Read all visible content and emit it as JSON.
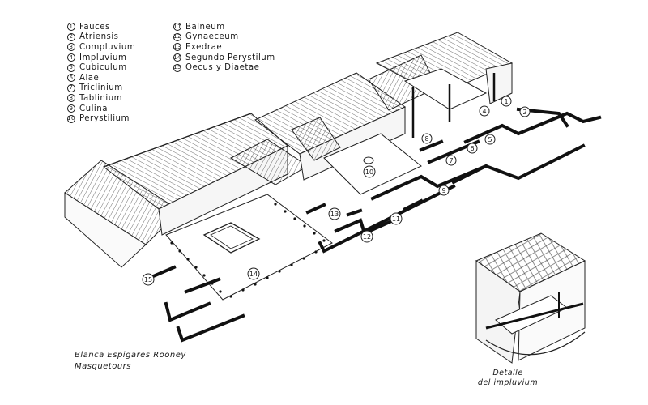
{
  "legend": [
    {
      "num": "1",
      "label": "Fauces"
    },
    {
      "num": "2",
      "label": "Atriensis"
    },
    {
      "num": "3",
      "label": "Compluvium"
    },
    {
      "num": "4",
      "label": "Impluvium"
    },
    {
      "num": "5",
      "label": "Cubiculum"
    },
    {
      "num": "6",
      "label": "Alae"
    },
    {
      "num": "7",
      "label": "Triclinium"
    },
    {
      "num": "8",
      "label": "Tablinium"
    },
    {
      "num": "9",
      "label": "Culina"
    },
    {
      "num": "10",
      "label": "Perystilium"
    },
    {
      "num": "11",
      "label": "Balneum"
    },
    {
      "num": "12",
      "label": "Gynaeceum"
    },
    {
      "num": "13",
      "label": "Exedrae"
    },
    {
      "num": "14",
      "label": "Segundo Perystilum"
    },
    {
      "num": "15",
      "label": "Oecus y Diaetae"
    }
  ],
  "credits": {
    "line1": "Blanca Espigares Rooney",
    "line2": "Masquetours"
  },
  "detail_caption": {
    "line1": "Detalle",
    "line2": "del impluvium"
  },
  "plan_labels": [
    "1",
    "2",
    "4",
    "5",
    "6",
    "7",
    "8",
    "9",
    "10",
    "11",
    "12",
    "13",
    "14",
    "15"
  ]
}
